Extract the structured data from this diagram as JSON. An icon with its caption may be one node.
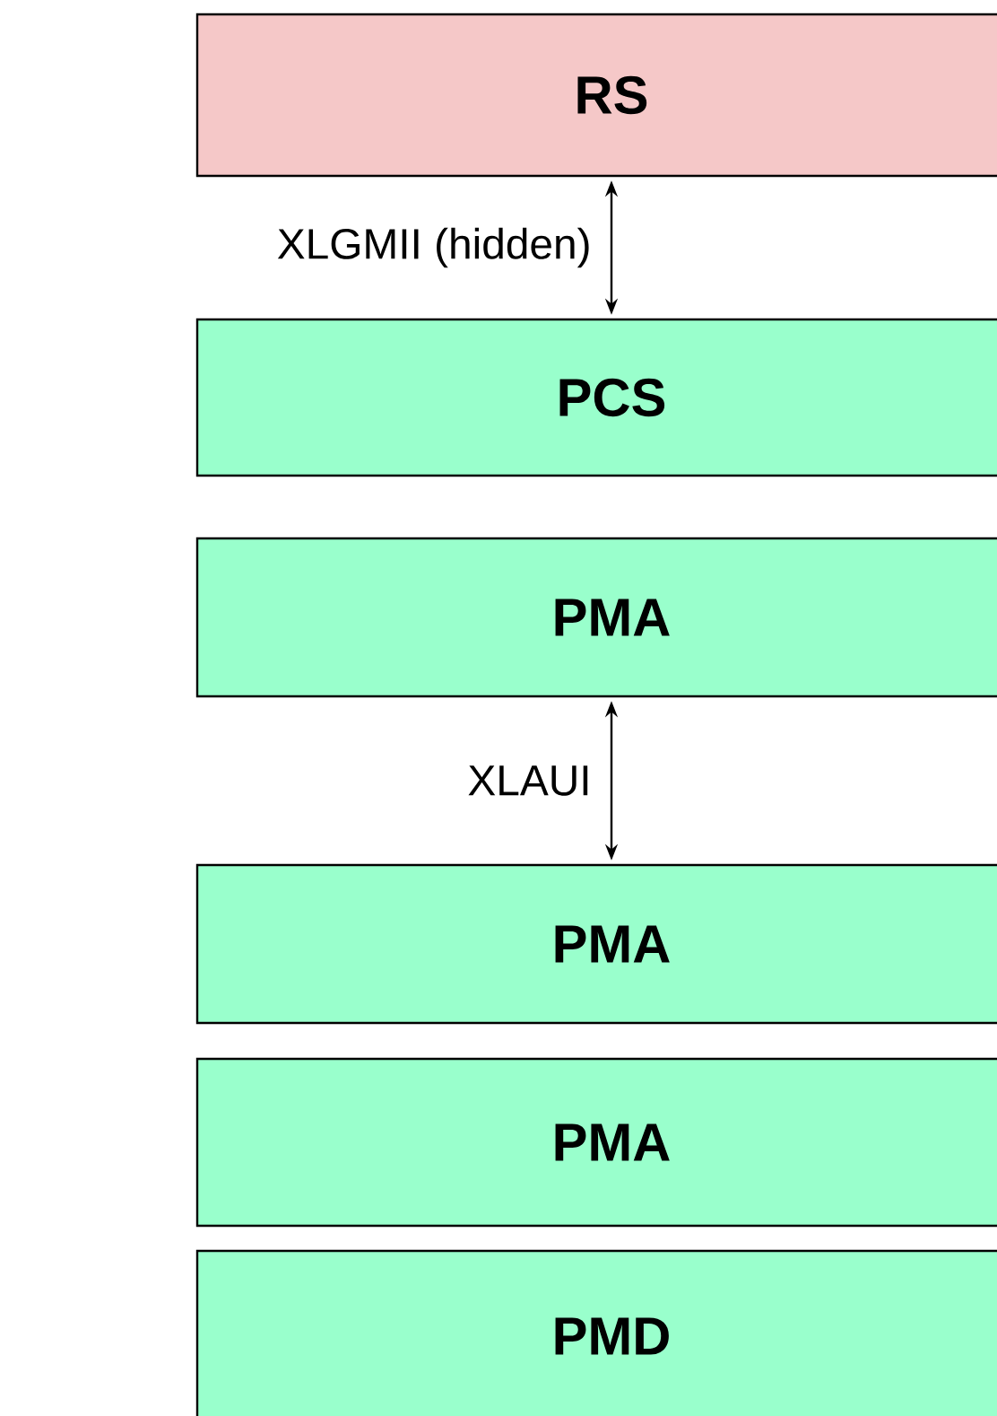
{
  "diagram": {
    "nodes": [
      {
        "text": [
          "RS"
        ]
      },
      {
        "text": [
          "PCS"
        ]
      },
      {
        "text": [
          "PMA"
        ]
      },
      {
        "text": [
          "PMA"
        ]
      },
      {
        "text": [
          "PMA"
        ]
      },
      {
        "text": [
          "PMD"
        ]
      }
    ],
    "edges": [
      {
        "from": 0,
        "to": 1,
        "arrow": "both",
        "label": "XLGMII (hidden)"
      },
      {
        "from": 2,
        "to": 3,
        "arrow": "both",
        "label": "XLAUI"
      }
    ]
  }
}
